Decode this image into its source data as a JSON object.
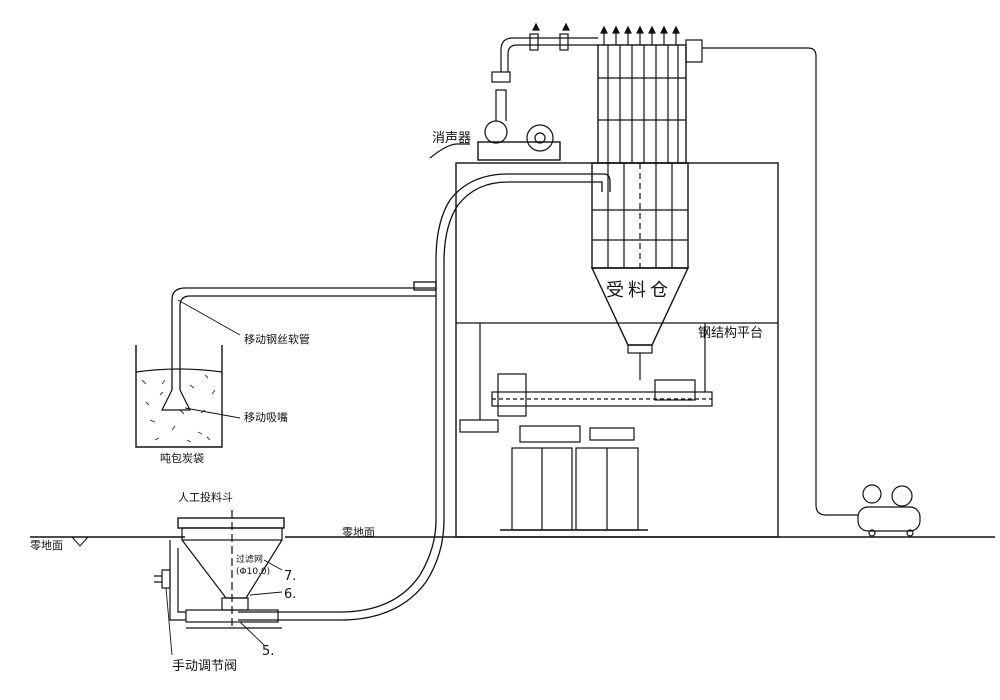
{
  "labels": {
    "silencer": "消声器",
    "receiving_bin": "受料仓",
    "steel_platform": "钢结构平台",
    "flexible_hose": "移动钢丝软管",
    "suction_nozzle": "移动吸嘴",
    "ton_bag": "吨包炭袋",
    "manual_hopper": "人工投料斗",
    "ground_left": "零地面",
    "ground_right": "零地面",
    "filter_screen": "过滤网",
    "mesh": "(Φ10.0)",
    "num_7": "7.",
    "num_6": "6.",
    "num_5": "5.",
    "manual_valve": "手动调节阀"
  },
  "colors": {
    "line": "#111111",
    "hatch": "#333333"
  }
}
